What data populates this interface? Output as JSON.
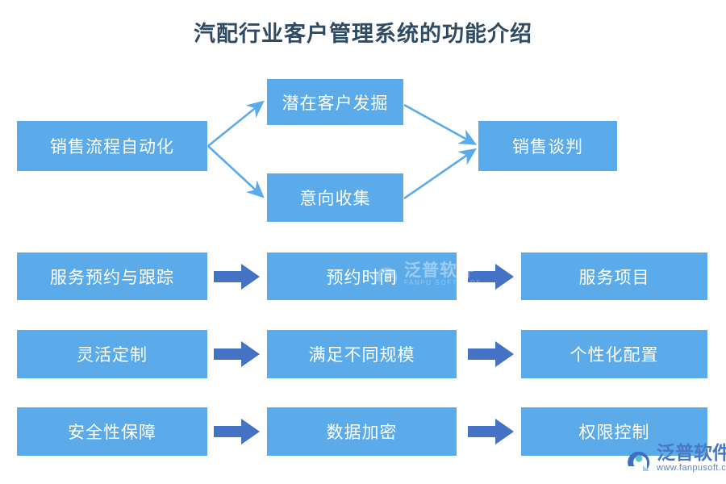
{
  "page": {
    "title": "汽配行业客户管理系统的功能介绍",
    "title_color": "#2f4b63",
    "background": "#ffffff",
    "node_fill": "#5babeb",
    "node_text_color": "#ffffff",
    "connector_color": "#5babeb",
    "block_arrow_color": "#4472c4"
  },
  "flow": {
    "source": {
      "label": "销售流程自动化"
    },
    "branches": [
      {
        "label": "潜在客户发掘"
      },
      {
        "label": "意向收集"
      }
    ],
    "target": {
      "label": "销售谈判"
    }
  },
  "rows": [
    {
      "steps": [
        {
          "label": "服务预约与跟踪"
        },
        {
          "label": "预约时间"
        },
        {
          "label": "服务项目"
        }
      ]
    },
    {
      "steps": [
        {
          "label": "灵活定制"
        },
        {
          "label": "满足不同规模"
        },
        {
          "label": "个性化配置"
        }
      ]
    },
    {
      "steps": [
        {
          "label": "安全性保障"
        },
        {
          "label": "数据加密"
        },
        {
          "label": "权限控制"
        }
      ]
    }
  ],
  "watermarks": {
    "center": {
      "cn": "泛普软件",
      "en": "FANPU SOFTWARE"
    },
    "logo": {
      "cn": "泛普软件",
      "en": "www.fanpusoft.com"
    }
  }
}
